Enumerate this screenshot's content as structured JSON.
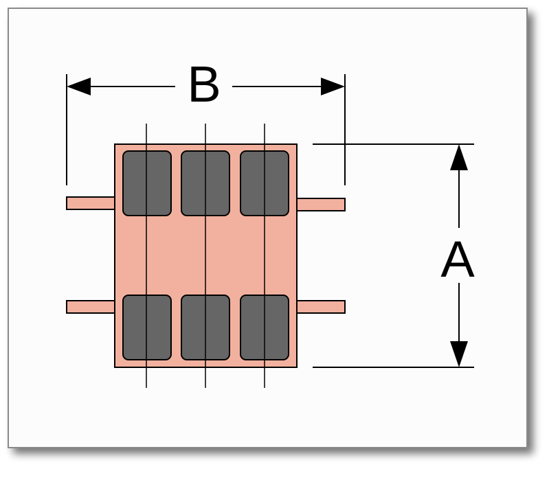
{
  "diagram": {
    "dimension_labels": {
      "width": "B",
      "height": "A"
    },
    "pad_grid": {
      "rows": 2,
      "columns": 3
    },
    "colors": {
      "page_background": "#ffffff",
      "card_background": "#fcfcfc",
      "card_border": "#8a8a8a",
      "body_fill": "#f2b19e",
      "pad_fill": "#666666",
      "line": "#000000"
    }
  }
}
